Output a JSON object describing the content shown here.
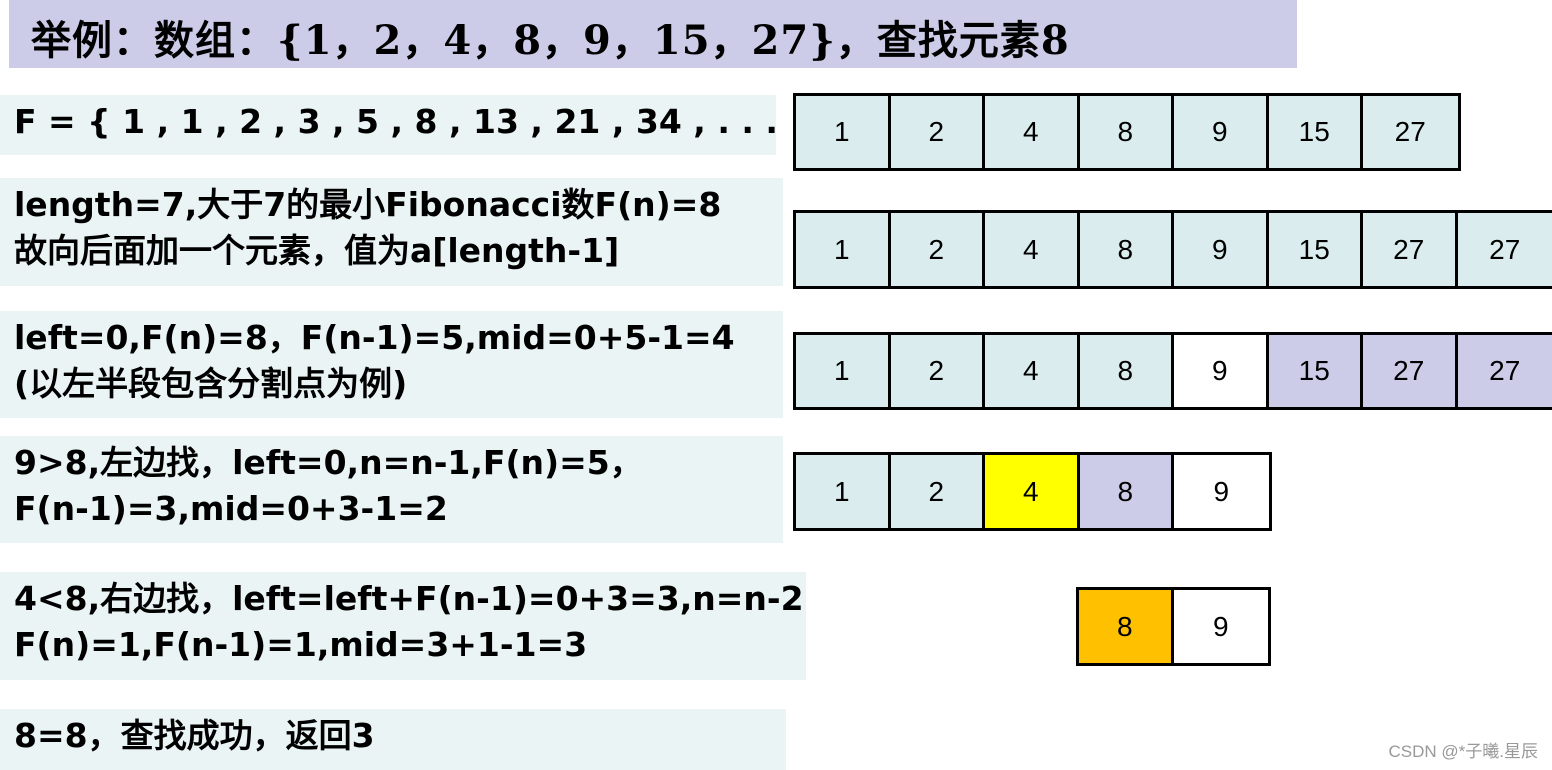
{
  "title": "举例：数组：{1，2，4，8，9，15，27}，查找元素8",
  "steps": [
    {
      "lines": [
        "F = { 1 , 1 , 2 , 3 , 5 , 8 , 13 , 21 , 34 , . . . }"
      ]
    },
    {
      "lines": [
        "length=7,大于7的最小Fibonacci数F(n)=8",
        "故向后面加一个元素，值为a[length-1]"
      ]
    },
    {
      "lines": [
        "left=0,F(n)=8，F(n-1)=5,mid=0+5-1=4",
        "(以左半段包含分割点为例)"
      ]
    },
    {
      "lines": [
        "9>8,左边找，left=0,n=n-1,F(n)=5，",
        "F(n-1)=3,mid=0+3-1=2"
      ]
    },
    {
      "lines": [
        "4<8,右边找，left=left+F(n-1)=0+3=3,n=n-2",
        "F(n)=1,F(n-1)=1,mid=3+1-1=3"
      ]
    },
    {
      "lines": [
        "8=8，查找成功，返回3"
      ]
    }
  ],
  "arrays": [
    {
      "cells": [
        {
          "v": "1",
          "c": "teal"
        },
        {
          "v": "2",
          "c": "teal"
        },
        {
          "v": "4",
          "c": "teal"
        },
        {
          "v": "8",
          "c": "teal"
        },
        {
          "v": "9",
          "c": "teal"
        },
        {
          "v": "15",
          "c": "teal"
        },
        {
          "v": "27",
          "c": "teal"
        }
      ]
    },
    {
      "cells": [
        {
          "v": "1",
          "c": "teal"
        },
        {
          "v": "2",
          "c": "teal"
        },
        {
          "v": "4",
          "c": "teal"
        },
        {
          "v": "8",
          "c": "teal"
        },
        {
          "v": "9",
          "c": "teal"
        },
        {
          "v": "15",
          "c": "teal"
        },
        {
          "v": "27",
          "c": "teal"
        },
        {
          "v": "27",
          "c": "teal"
        }
      ]
    },
    {
      "cells": [
        {
          "v": "1",
          "c": "teal"
        },
        {
          "v": "2",
          "c": "teal"
        },
        {
          "v": "4",
          "c": "teal"
        },
        {
          "v": "8",
          "c": "teal"
        },
        {
          "v": "9",
          "c": "white"
        },
        {
          "v": "15",
          "c": "purple"
        },
        {
          "v": "27",
          "c": "purple"
        },
        {
          "v": "27",
          "c": "purple"
        }
      ]
    },
    {
      "cells": [
        {
          "v": "1",
          "c": "teal"
        },
        {
          "v": "2",
          "c": "teal"
        },
        {
          "v": "4",
          "c": "yellow"
        },
        {
          "v": "8",
          "c": "purple"
        },
        {
          "v": "9",
          "c": "white"
        }
      ]
    },
    {
      "cells": [
        {
          "v": "8",
          "c": "orange"
        },
        {
          "v": "9",
          "c": "white"
        }
      ]
    }
  ],
  "watermark": "CSDN @*子曦.星辰",
  "colors": {
    "teal": "#daeced",
    "white": "#ffffff",
    "purple": "#cccce9",
    "yellow": "#ffff00",
    "orange": "#ffc000",
    "title_bg": "#cccce9",
    "step_bg": "#eaf4f4"
  }
}
